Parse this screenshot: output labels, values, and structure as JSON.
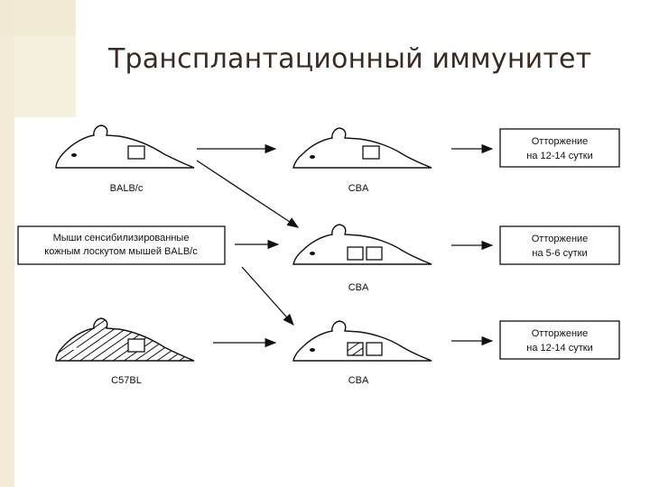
{
  "title": "Трансплантационный иммунитет",
  "labels": {
    "balb": "BALB/c",
    "cba_top": "CBA",
    "cba_mid": "CBA",
    "cba_bot": "CBA",
    "c57": "C57BL"
  },
  "sensitized": {
    "line1": "Мыши сенсибилизированные",
    "line2": "кожным лоскутом мышей BALB/c"
  },
  "results": [
    {
      "line1": "Отторжение",
      "line2": "на 12-14 сутки"
    },
    {
      "line1": "Отторжение",
      "line2": "на 5-6 сутки"
    },
    {
      "line1": "Отторжение",
      "line2": "на 12-14 сутки"
    }
  ],
  "colors": {
    "title": "#3a2a22",
    "stripe": "#f3ecd9",
    "ink": "#111111"
  }
}
